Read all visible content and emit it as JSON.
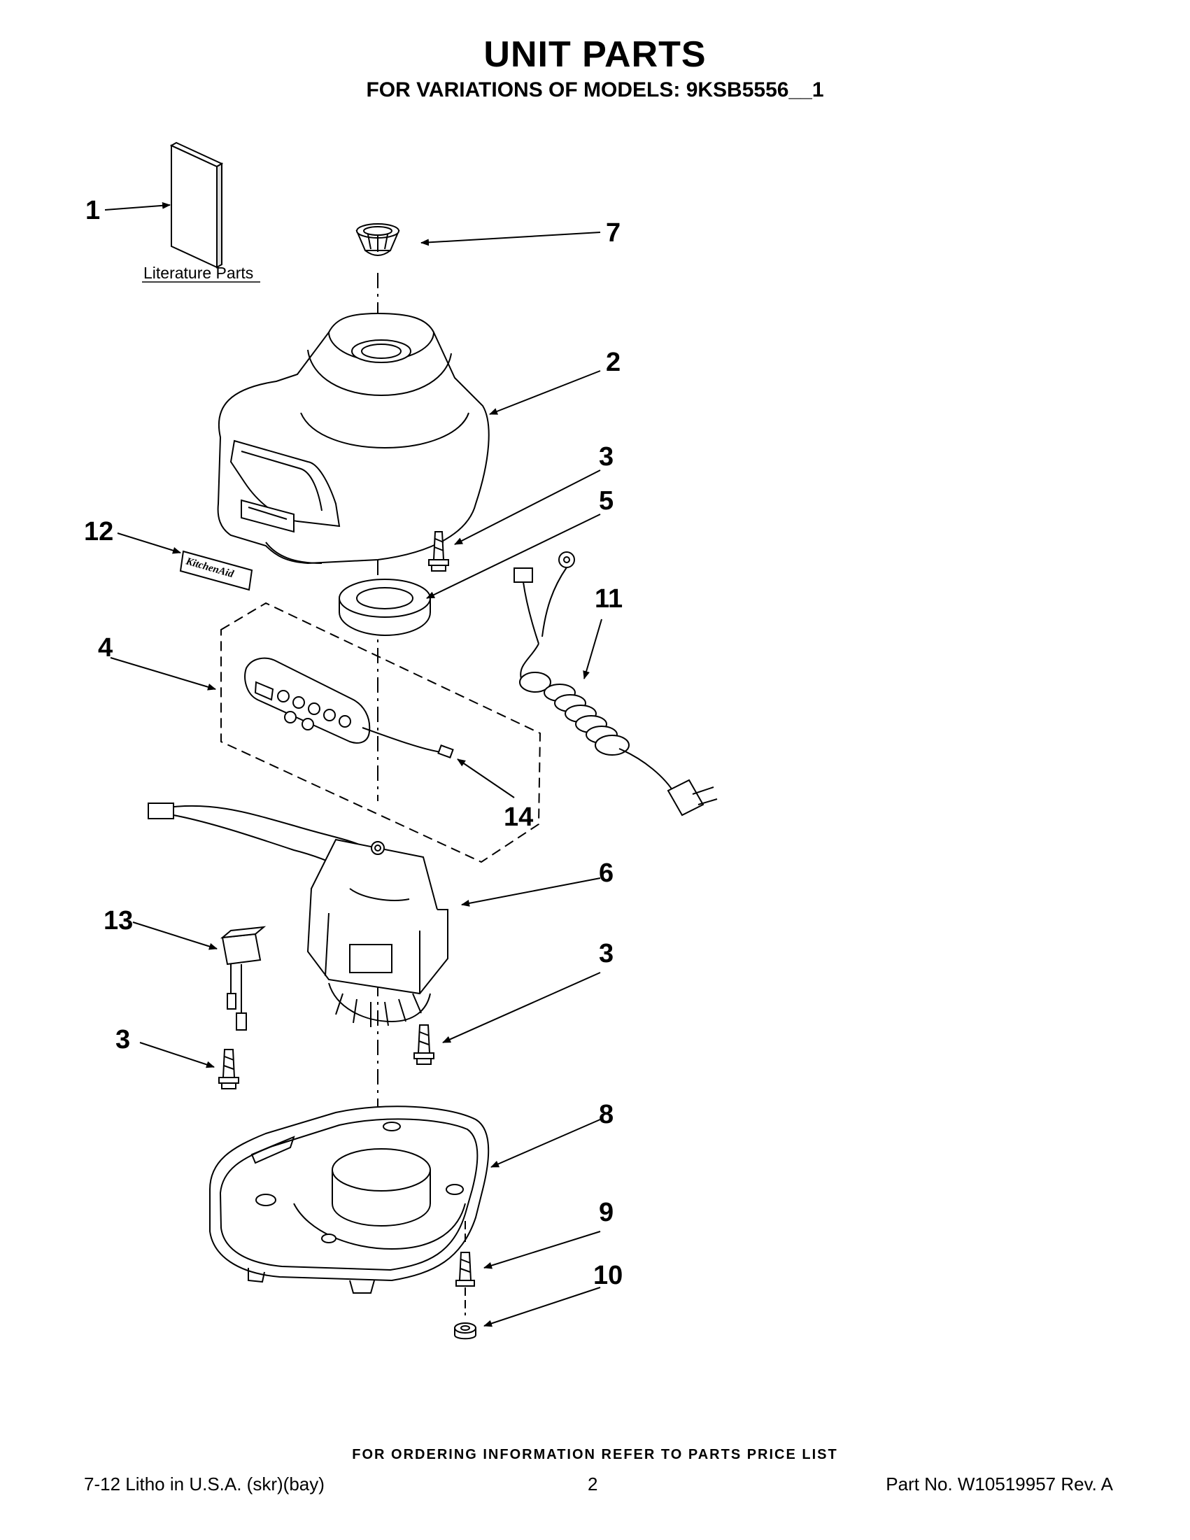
{
  "header": {
    "title": "UNIT PARTS",
    "subtitle": "FOR VARIATIONS OF MODELS: 9KSB5556__1"
  },
  "diagram": {
    "literature_label": "Literature Parts",
    "badge_text": "KitchenAid",
    "callouts": {
      "c1": "1",
      "c7": "7",
      "c2": "2",
      "c3a": "3",
      "c5": "5",
      "c12": "12",
      "c11": "11",
      "c4": "4",
      "c14": "14",
      "c6": "6",
      "c13": "13",
      "c3b": "3",
      "c3c": "3",
      "c8": "8",
      "c9": "9",
      "c10": "10"
    }
  },
  "footer": {
    "note": "FOR ORDERING INFORMATION REFER TO PARTS PRICE LIST",
    "left": "7-12 Litho in U.S.A. (skr)(bay)",
    "page": "2",
    "right": "Part No. W10519957 Rev. A"
  }
}
